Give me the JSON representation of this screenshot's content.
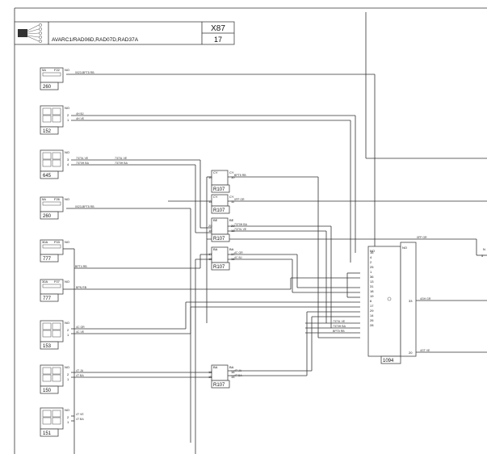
{
  "header": {
    "vehicles": "AVARC1/RAD06D,RAD07D,RAD37A",
    "connector": "X87",
    "page": "17"
  },
  "fuses": [
    {
      "id": "fuse-260-a",
      "amp": "5A",
      "ref": "F22",
      "num": "260",
      "state": "NO",
      "pins": []
    },
    {
      "id": "unit-152",
      "amp": "",
      "ref": "",
      "num": "152",
      "state": "NO",
      "pins": [
        "2",
        "1"
      ]
    },
    {
      "id": "unit-645",
      "amp": "",
      "ref": "",
      "num": "645",
      "state": "NO",
      "pins": [
        "3",
        "4"
      ]
    },
    {
      "id": "fuse-260-b",
      "amp": "5A",
      "ref": "F26",
      "num": "260",
      "state": "NO",
      "pins": []
    },
    {
      "id": "fuse-777-a",
      "amp": "30A",
      "ref": "F03",
      "num": "777",
      "state": "NO",
      "pins": []
    },
    {
      "id": "fuse-777-b",
      "amp": "30A",
      "ref": "F07",
      "num": "777",
      "state": "NO",
      "pins": []
    },
    {
      "id": "unit-153",
      "amp": "",
      "ref": "",
      "num": "153",
      "state": "NO",
      "pins": [
        "2",
        "1"
      ]
    },
    {
      "id": "unit-150",
      "amp": "",
      "ref": "",
      "num": "150",
      "state": "NO",
      "pins": [
        "2",
        "1"
      ]
    },
    {
      "id": "unit-151",
      "amp": "",
      "ref": "",
      "num": "151",
      "state": "NO",
      "pins": [
        "2",
        "1"
      ]
    }
  ],
  "connectors": [
    {
      "id": "r107-cy-a",
      "label": "R107",
      "colors": [
        "CY",
        "CY"
      ],
      "pins": [
        [
          "10",
          "10"
        ]
      ]
    },
    {
      "id": "r107-cy-b",
      "label": "R107",
      "colors": [
        "CY",
        "CY"
      ],
      "pins": [
        [
          "11",
          "11"
        ]
      ]
    },
    {
      "id": "r107-be",
      "label": "R107",
      "colors": [
        "BE",
        "BE"
      ],
      "pins": [
        [
          "20",
          "20"
        ],
        [
          "18",
          "18"
        ]
      ]
    },
    {
      "id": "r107-ba-a",
      "label": "R107",
      "colors": [
        "BA",
        "BA"
      ],
      "pins": [
        [
          "17",
          "17"
        ],
        [
          "16",
          "16"
        ]
      ]
    },
    {
      "id": "r107-ba-b",
      "label": "R107",
      "colors": [
        "BA",
        "BA"
      ],
      "pins": [
        [
          "16",
          "16"
        ],
        [
          "15",
          "15"
        ]
      ]
    }
  ],
  "module": {
    "num": "1094",
    "state_left": "NO",
    "state_right": "NO",
    "pins": [
      "16",
      "4",
      "2",
      "25",
      "1",
      "36",
      "13",
      "31",
      "18",
      "19",
      "6",
      "17",
      "29",
      "14",
      "26",
      "28"
    ],
    "right_pins": [
      "33",
      "20"
    ]
  },
  "right_edge": {
    "state": "N",
    "pin": "5"
  }
}
